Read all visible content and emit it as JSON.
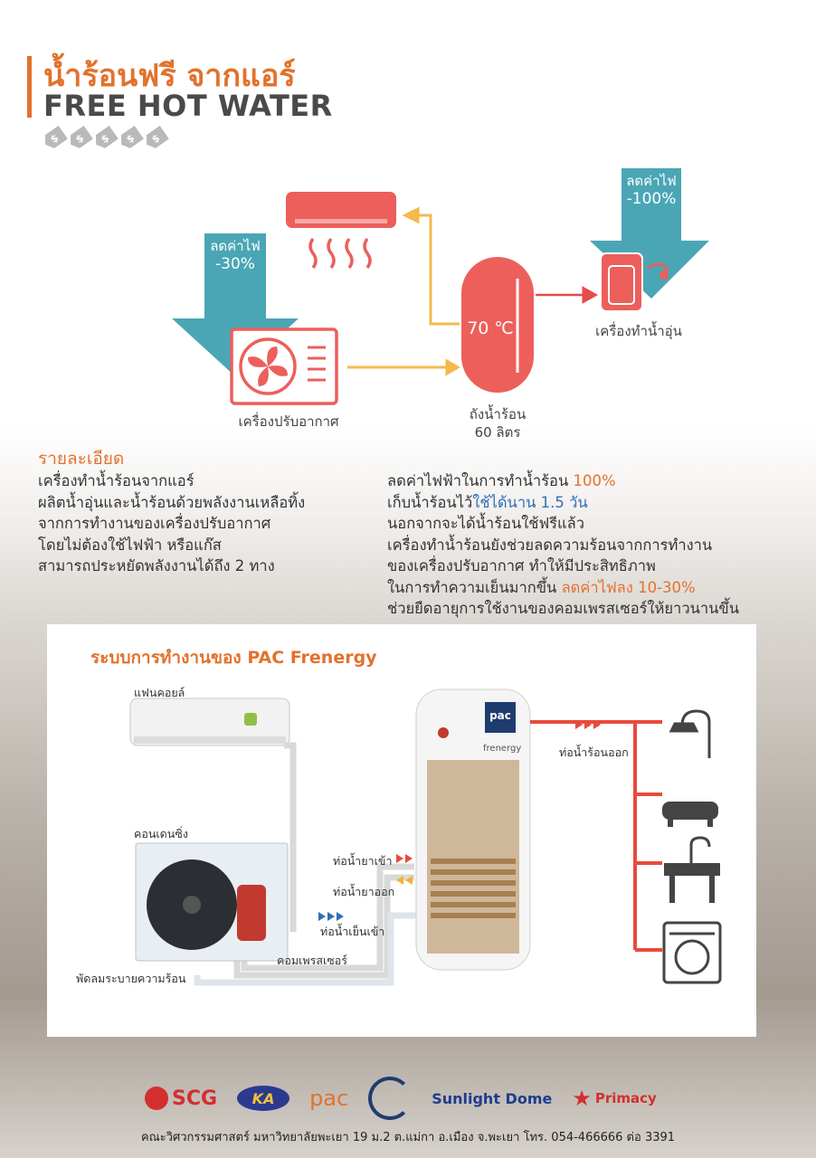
{
  "header": {
    "title_th": "น้ำร้อนฟรี จากแอร์",
    "title_en": "FREE HOT WATER",
    "price_tags": [
      "$",
      "$",
      "$",
      "$",
      "$"
    ]
  },
  "flow": {
    "ac_label": "เครื่องปรับอากาศ",
    "ac_saving_title": "ลดค่าไฟ",
    "ac_saving_value": "-30%",
    "tank_temp": "70 ℃",
    "tank_label": "ถังน้ำร้อน",
    "tank_capacity": "60 ลิตร",
    "heater_label": "เครื่องทำน้ำอุ่น",
    "heater_saving_title": "ลดค่าไฟ",
    "heater_saving_value": "-100%"
  },
  "details": {
    "title": "รายละเอียด",
    "left_lines": [
      "เครื่องทำน้ำร้อนจากแอร์",
      "ผลิตน้ำอุ่นและน้ำร้อนด้วยพลังงานเหลือทิ้ง",
      "จากการทำงานของเครื่องปรับอากาศ",
      "โดยไม่ต้องใช้ไฟฟ้า หรือแก๊ส",
      "สามารถประหยัดพลังงานได้ถึง 2 ทาง"
    ],
    "r1_text": "ลดค่าไฟฟ้าในการทำน้ำร้อน ",
    "r1_highlight": "100%",
    "r2_text": "เก็บน้ำร้อนไว้",
    "r2_highlight": "ใช้ได้นาน 1.5 วัน",
    "r3": "นอกจากจะได้น้ำร้อนใช้ฟรีแล้ว",
    "r4": "เครื่องทำน้ำร้อนยังช่วยลดความร้อนจากการทำงาน",
    "r5": "ของเครื่องปรับอากาศ ทำให้มีประสิทธิภาพ",
    "r6_text": "ในการทำความเย็นมากขึ้น ",
    "r6_highlight": "ลดค่าไฟลง 10-30%",
    "r7": "ช่วยยืดอายุการใช้งานของคอมเพรสเซอร์ให้ยาวนานขึ้น"
  },
  "system": {
    "title": "ระบบการทำงานของ PAC Frenergy",
    "fan_coil": "แฟนคอยล์",
    "condensing": "คอนเดนซิ่ง",
    "fan_label": "พัดลมระบายความร้อน",
    "compressor": "คอมเพรสเซอร์",
    "refrigerant_in": "ท่อน้ำยาเข้า",
    "refrigerant_out": "ท่อน้ำยาออก",
    "cold_in": "ท่อน้ำเย็นเข้า",
    "hot_out": "ท่อน้ำร้อนออก",
    "tank_logo": "pac",
    "tank_brand": "frenergy"
  },
  "footer": {
    "logos": [
      "SCG",
      "KA",
      "pac",
      "Sunlight Dome",
      "Primacy"
    ],
    "address": "คณะวิศวกรรมศาสตร์ มหาวิทยาลัยพะเยา 19 ม.2 ต.แม่กา อ.เมือง จ.พะเยา โทร. 054-466666 ต่อ 3391"
  },
  "colors": {
    "accent": "#e2722c",
    "red": "#ec5f5b",
    "teal": "#4aa6b5",
    "arrow_yellow": "#f5b94a",
    "blue": "#2f6fb5"
  }
}
